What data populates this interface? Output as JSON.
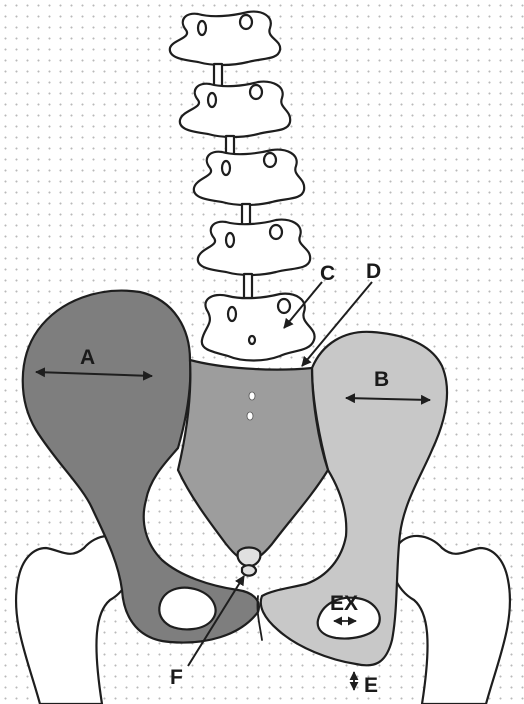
{
  "labels": {
    "a": "A",
    "b": "B",
    "c": "C",
    "d": "D",
    "e": "E",
    "f": "F",
    "ex": "EX"
  },
  "colors": {
    "ilium_left": "#7e7e7e",
    "sacrum": "#9d9d9d",
    "ilium_right": "#c8c8c8",
    "ischium_left": "#8a8a8a",
    "outline": "#1e1e1e"
  }
}
